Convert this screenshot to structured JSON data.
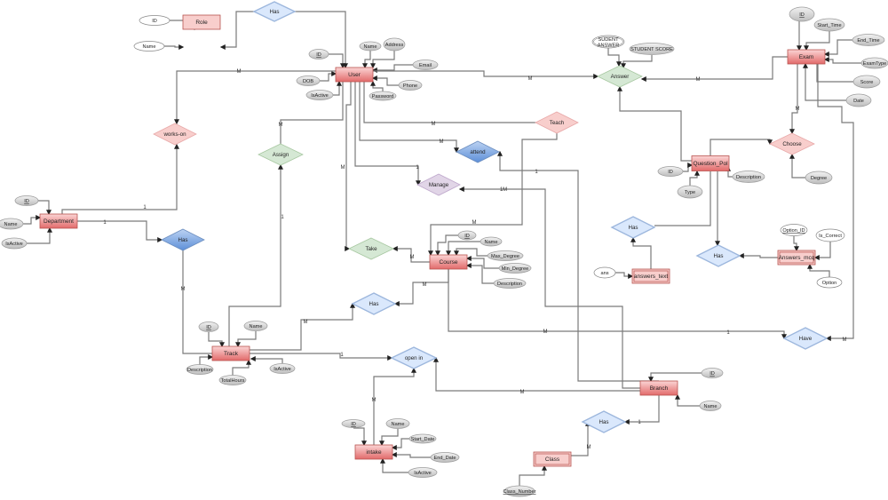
{
  "diagram": {
    "title": "ER Diagram",
    "entities": [
      {
        "id": "role",
        "label": "Role",
        "weak": false,
        "style": "light"
      },
      {
        "id": "user",
        "label": "User",
        "weak": false,
        "style": "gradient"
      },
      {
        "id": "exam",
        "label": "Exam",
        "weak": false,
        "style": "gradient"
      },
      {
        "id": "question_pol",
        "label": "Question_Pol",
        "weak": false,
        "style": "gradient"
      },
      {
        "id": "department",
        "label": "Department",
        "weak": false,
        "style": "gradient"
      },
      {
        "id": "course",
        "label": "Course",
        "weak": false,
        "style": "gradient"
      },
      {
        "id": "answers_text",
        "label": "answers_text",
        "weak": true,
        "style": "light"
      },
      {
        "id": "answers_mcq",
        "label": "Answers_mcq",
        "weak": true,
        "style": "light"
      },
      {
        "id": "track",
        "label": "Track",
        "weak": false,
        "style": "gradient"
      },
      {
        "id": "branch",
        "label": "Branch",
        "weak": false,
        "style": "gradient"
      },
      {
        "id": "intake",
        "label": "intake",
        "weak": false,
        "style": "gradient"
      },
      {
        "id": "class",
        "label": "Class",
        "weak": true,
        "style": "light"
      }
    ],
    "relationships": [
      {
        "id": "has_role",
        "label": "Has",
        "color": "blue-light"
      },
      {
        "id": "answer",
        "label": "Answer",
        "color": "green"
      },
      {
        "id": "works_on",
        "label": "works-on",
        "color": "pink"
      },
      {
        "id": "teach",
        "label": "Teach",
        "color": "pink"
      },
      {
        "id": "assign",
        "label": "Assign",
        "color": "green"
      },
      {
        "id": "attend",
        "label": "attend",
        "color": "blue-dark"
      },
      {
        "id": "choose",
        "label": "Choose",
        "color": "pink"
      },
      {
        "id": "manage",
        "label": "Manage",
        "color": "purple"
      },
      {
        "id": "has_dept",
        "label": "Has",
        "color": "blue-dark"
      },
      {
        "id": "has_qtext",
        "label": "Has",
        "color": "blue-light"
      },
      {
        "id": "take",
        "label": "Take",
        "color": "green"
      },
      {
        "id": "has_qmcq",
        "label": "Has",
        "color": "blue-light"
      },
      {
        "id": "has_track_course",
        "label": "Has",
        "color": "blue-light"
      },
      {
        "id": "have",
        "label": "Have",
        "color": "blue-light"
      },
      {
        "id": "open_in",
        "label": "open in",
        "color": "blue-light"
      },
      {
        "id": "has_branch_class",
        "label": "Has",
        "color": "blue-light"
      }
    ],
    "attributes": [
      {
        "id": "role_id",
        "label": "ID",
        "of": "role",
        "key": false,
        "style": "white"
      },
      {
        "id": "role_name",
        "label": "Name",
        "of": "role",
        "key": false,
        "style": "white"
      },
      {
        "id": "user_id",
        "label": "ID",
        "of": "user",
        "key": true,
        "style": "grey"
      },
      {
        "id": "user_name",
        "label": "Name",
        "of": "user",
        "key": false,
        "style": "grey"
      },
      {
        "id": "user_address",
        "label": "Address",
        "of": "user",
        "key": false,
        "style": "grey"
      },
      {
        "id": "user_email",
        "label": "Email",
        "of": "user",
        "key": false,
        "style": "grey"
      },
      {
        "id": "user_dob",
        "label": "DOB",
        "of": "user",
        "key": false,
        "style": "grey"
      },
      {
        "id": "user_isactive",
        "label": "IsActive",
        "of": "user",
        "key": false,
        "style": "grey"
      },
      {
        "id": "user_phone",
        "label": "Phone",
        "of": "user",
        "key": false,
        "style": "grey"
      },
      {
        "id": "user_password",
        "label": "Password",
        "of": "user",
        "key": false,
        "style": "grey"
      },
      {
        "id": "student_answer",
        "label": "SUDENT ANSWER",
        "of": "answer",
        "key": false,
        "style": "white-double"
      },
      {
        "id": "student_score",
        "label": "STUDENT SCORE",
        "of": "answer",
        "key": false,
        "style": "grey"
      },
      {
        "id": "exam_id",
        "label": "ID",
        "of": "exam",
        "key": true,
        "style": "grey"
      },
      {
        "id": "exam_start",
        "label": "Start_Time",
        "of": "exam",
        "key": false,
        "style": "grey"
      },
      {
        "id": "exam_end",
        "label": "End_Time",
        "of": "exam",
        "key": false,
        "style": "grey"
      },
      {
        "id": "exam_type",
        "label": "ExamType",
        "of": "exam",
        "key": false,
        "style": "grey"
      },
      {
        "id": "exam_score",
        "label": "Score",
        "of": "exam",
        "key": false,
        "style": "grey"
      },
      {
        "id": "exam_date",
        "label": "Date",
        "of": "exam",
        "key": false,
        "style": "grey"
      },
      {
        "id": "q_id",
        "label": "ID",
        "of": "question_pol",
        "key": false,
        "style": "grey"
      },
      {
        "id": "q_type",
        "label": "Type",
        "of": "question_pol",
        "key": false,
        "style": "grey"
      },
      {
        "id": "q_desc",
        "label": "Description",
        "of": "question_pol",
        "key": false,
        "style": "grey"
      },
      {
        "id": "choose_degree",
        "label": "Degree",
        "of": "choose",
        "key": false,
        "style": "grey"
      },
      {
        "id": "dept_id",
        "label": "ID",
        "of": "department",
        "key": true,
        "style": "grey"
      },
      {
        "id": "dept_name",
        "label": "Name",
        "of": "department",
        "key": false,
        "style": "grey"
      },
      {
        "id": "dept_isactive",
        "label": "IsActive",
        "of": "department",
        "key": false,
        "style": "grey"
      },
      {
        "id": "course_id",
        "label": "ID",
        "of": "course",
        "key": true,
        "style": "grey"
      },
      {
        "id": "course_name",
        "label": "Name",
        "of": "course",
        "key": false,
        "style": "grey"
      },
      {
        "id": "course_max",
        "label": "Max_Degree",
        "of": "course",
        "key": false,
        "style": "grey"
      },
      {
        "id": "course_min",
        "label": "Min_Degree",
        "of": "course",
        "key": false,
        "style": "grey"
      },
      {
        "id": "course_desc",
        "label": "Description",
        "of": "course",
        "key": false,
        "style": "grey"
      },
      {
        "id": "ans_text",
        "label": "ans",
        "of": "answers_text",
        "key": false,
        "style": "white"
      },
      {
        "id": "mcq_option_id",
        "label": "Option_ID",
        "of": "answers_mcq",
        "key": true,
        "style": "white"
      },
      {
        "id": "mcq_is_correct",
        "label": "Is_Correct",
        "of": "answers_mcq",
        "key": false,
        "style": "white"
      },
      {
        "id": "mcq_option",
        "label": "Option",
        "of": "answers_mcq",
        "key": false,
        "style": "white"
      },
      {
        "id": "track_id",
        "label": "ID",
        "of": "track",
        "key": true,
        "style": "grey"
      },
      {
        "id": "track_name",
        "label": "Name",
        "of": "track",
        "key": false,
        "style": "grey"
      },
      {
        "id": "track_desc",
        "label": "Description",
        "of": "track",
        "key": false,
        "style": "grey"
      },
      {
        "id": "track_hours",
        "label": "TotalHours",
        "of": "track",
        "key": false,
        "style": "grey"
      },
      {
        "id": "track_isactive",
        "label": "IsActive",
        "of": "track",
        "key": false,
        "style": "grey"
      },
      {
        "id": "branch_id",
        "label": "ID",
        "of": "branch",
        "key": true,
        "style": "grey"
      },
      {
        "id": "branch_name",
        "label": "Name",
        "of": "branch",
        "key": false,
        "style": "grey"
      },
      {
        "id": "intake_id",
        "label": "ID",
        "of": "intake",
        "key": true,
        "style": "grey"
      },
      {
        "id": "intake_name",
        "label": "Name",
        "of": "intake",
        "key": false,
        "style": "grey"
      },
      {
        "id": "intake_start",
        "label": "Start_Date",
        "of": "intake",
        "key": false,
        "style": "grey"
      },
      {
        "id": "intake_end",
        "label": "End_Date",
        "of": "intake",
        "key": false,
        "style": "grey"
      },
      {
        "id": "intake_isactive",
        "label": "IsActive",
        "of": "intake",
        "key": false,
        "style": "grey"
      },
      {
        "id": "class_number",
        "label": "Class_Number",
        "of": "class",
        "key": true,
        "style": "grey"
      }
    ],
    "relationship_links": [
      {
        "from": "has_role",
        "to": "role",
        "card": ""
      },
      {
        "from": "has_role",
        "to": "user",
        "card": ""
      },
      {
        "from": "user",
        "to": "works_on",
        "card": "M"
      },
      {
        "from": "department",
        "to": "works_on",
        "card": "1"
      },
      {
        "from": "user",
        "to": "answer",
        "card": "M"
      },
      {
        "from": "exam",
        "to": "answer",
        "card": "M"
      },
      {
        "from": "question_pol",
        "to": "answer",
        "card": ""
      },
      {
        "from": "user",
        "to": "assign",
        "card": "M"
      },
      {
        "from": "track",
        "to": "assign",
        "card": "1"
      },
      {
        "from": "user",
        "to": "teach",
        "card": "M"
      },
      {
        "from": "course",
        "to": "teach",
        "card": "M"
      },
      {
        "from": "user",
        "to": "attend",
        "card": "M"
      },
      {
        "from": "branch",
        "to": "attend",
        "card": "1"
      },
      {
        "from": "user",
        "to": "manage",
        "card": "1"
      },
      {
        "from": "branch",
        "to": "manage",
        "card": "1M"
      },
      {
        "from": "user",
        "to": "take",
        "card": "M"
      },
      {
        "from": "course",
        "to": "take",
        "card": "M"
      },
      {
        "from": "exam",
        "to": "choose",
        "card": "M"
      },
      {
        "from": "question_pol",
        "to": "choose",
        "card": "1"
      },
      {
        "from": "department",
        "to": "has_dept",
        "card": "1"
      },
      {
        "from": "track",
        "to": "has_dept",
        "card": "M"
      },
      {
        "from": "question_pol",
        "to": "has_qtext",
        "card": ""
      },
      {
        "from": "answers_text",
        "to": "has_qtext",
        "card": ""
      },
      {
        "from": "question_pol",
        "to": "has_qmcq",
        "card": ""
      },
      {
        "from": "answers_mcq",
        "to": "has_qmcq",
        "card": ""
      },
      {
        "from": "course",
        "to": "has_track_course",
        "card": "M"
      },
      {
        "from": "track",
        "to": "has_track_course",
        "card": "M"
      },
      {
        "from": "course",
        "to": "have",
        "card": "1"
      },
      {
        "from": "exam",
        "to": "have",
        "card": "M"
      },
      {
        "from": "track",
        "to": "open_in",
        "card": "1"
      },
      {
        "from": "intake",
        "to": "open_in",
        "card": "M"
      },
      {
        "from": "branch",
        "to": "open_in",
        "card": "M"
      },
      {
        "from": "branch",
        "to": "has_branch_class",
        "card": "1"
      },
      {
        "from": "class",
        "to": "has_branch_class",
        "card": "M"
      }
    ],
    "colors": {
      "entity_gradient_top": "#f8c8c8",
      "entity_gradient_bottom": "#e06666",
      "entity_light": "#f8cecc",
      "entity_border": "#b85450",
      "rel_blue_light": "#dae8fc",
      "rel_blue_dark": "#7ea6e0",
      "rel_green": "#d5e8d4",
      "rel_pink": "#f8cecc",
      "rel_purple": "#e1d5e7",
      "attr_grey": "#d0d0d0",
      "line": "#7a7a7a"
    }
  }
}
